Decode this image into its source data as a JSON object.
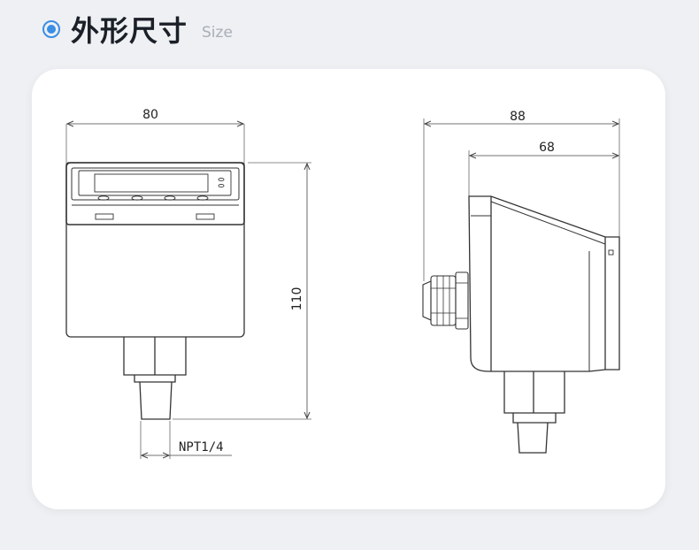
{
  "header": {
    "title": "外形尺寸",
    "subtitle": "Size",
    "accent_color": "#3a8ee6",
    "bullet_icon": "radio-bullet-icon"
  },
  "front_view": {
    "width_label": "80",
    "height_label": "110",
    "thread_label": "NPT1/4"
  },
  "side_view": {
    "overall_width_label": "88",
    "body_width_label": "68"
  }
}
